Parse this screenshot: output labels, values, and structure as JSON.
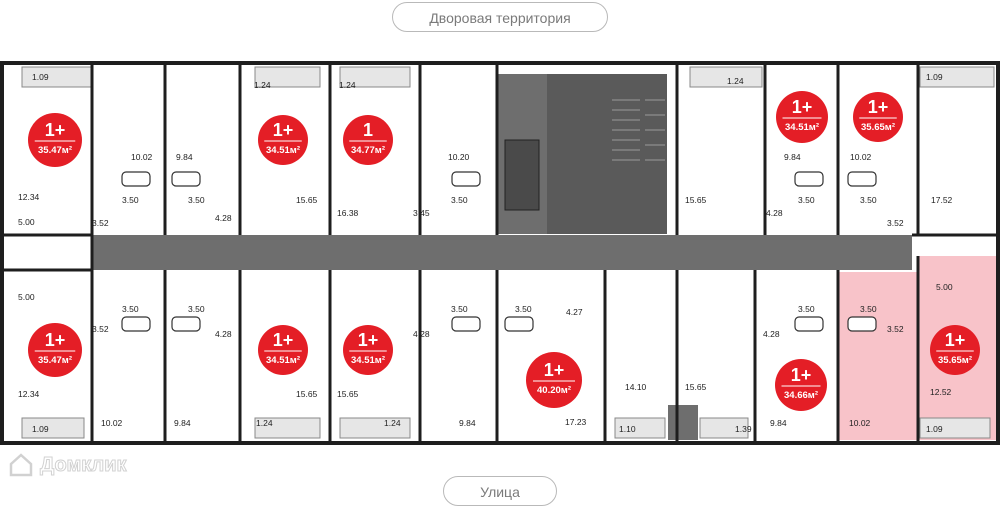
{
  "labels": {
    "top": "Дворовая территория",
    "bottom": "Улица",
    "watermark": "Домклик"
  },
  "colors": {
    "wall": "#1e1e1e",
    "corridor": "#6e6e6e",
    "stair": "#5a5a5a",
    "badge": "#e41e26",
    "highlight": "#f7b9c0"
  },
  "apartments": [
    {
      "type": "1+",
      "area": "35.47м²"
    },
    {
      "type": "1+",
      "area": "34.51м²"
    },
    {
      "type": "1",
      "area": "34.77м²"
    },
    {
      "type": "1+",
      "area": "34.51м²"
    },
    {
      "type": "1+",
      "area": "35.65м²"
    },
    {
      "type": "1+",
      "area": "35.47м²"
    },
    {
      "type": "1+",
      "area": "34.51м²"
    },
    {
      "type": "1+",
      "area": "34.51м²"
    },
    {
      "type": "1+",
      "area": "40.20м²"
    },
    {
      "type": "1+",
      "area": "34.66м²"
    },
    {
      "type": "1+",
      "area": "35.65м²"
    }
  ],
  "room_labels": [
    "1.09",
    "1.24",
    "1.24",
    "1.24",
    "1.09",
    "10.02",
    "9.84",
    "10.20",
    "9.84",
    "10.02",
    "12.34",
    "3.50",
    "3.50",
    "15.65",
    "16.38",
    "3.45",
    "3.50",
    "15.65",
    "4.28",
    "3.50",
    "3.50",
    "17.52",
    "3.52",
    "4.28",
    "3.52",
    "5.00",
    "5.00",
    "3.50",
    "3.50",
    "3.50",
    "3.50",
    "4.27",
    "3.50",
    "3.50",
    "5.00",
    "3.52",
    "4.28",
    "4.28",
    "4.28",
    "3.52",
    "12.34",
    "15.65",
    "15.65",
    "17.23",
    "14.10",
    "15.65",
    "12.52",
    "1.09",
    "10.02",
    "9.84",
    "1.24",
    "1.24",
    "9.84",
    "1.10",
    "1.39",
    "9.84",
    "10.02",
    "1.09"
  ]
}
